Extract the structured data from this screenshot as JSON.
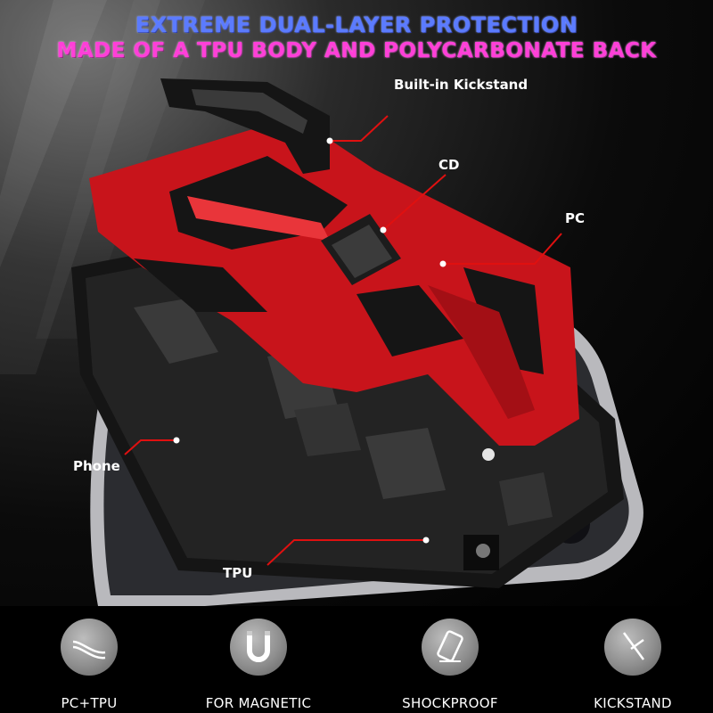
{
  "header": {
    "line1": "EXTREME DUAL-LAYER PROTECTION",
    "line2": "MADE OF A TPU BODY AND POLYCARBONATE BACK"
  },
  "callouts": {
    "kickstand": "Built-in Kickstand",
    "cd": "CD",
    "pc": "PC",
    "phone": "Phone",
    "tpu": "TPU"
  },
  "colors": {
    "accent_red": "#d7141c",
    "line_red": "#e01010",
    "headline_blue": "#5b7bff",
    "headline_pink": "#ff3fd8"
  },
  "features": [
    {
      "label": "PC+TPU",
      "icon": "layers-curve-icon"
    },
    {
      "label": "FOR MAGNETIC",
      "icon": "magnet-icon"
    },
    {
      "label": "SHOCKPROOF",
      "icon": "phone-shock-icon"
    },
    {
      "label": "KICKSTAND",
      "icon": "kickstand-icon"
    }
  ]
}
